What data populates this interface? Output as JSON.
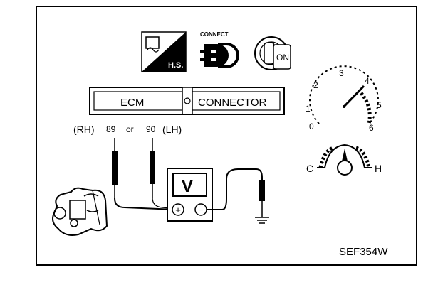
{
  "icons": {
    "hot_soak": {
      "name": "hot-soak-icon",
      "label": "H.S."
    },
    "connect": {
      "name": "connect-icon",
      "label": "CONNECT"
    },
    "ignition_key": {
      "name": "ignition-key-on-icon",
      "label": "ON"
    }
  },
  "connector": {
    "left_label": "ECM",
    "right_label": "CONNECTOR"
  },
  "terminals": {
    "rh": "(RH)",
    "rh_pin": "89",
    "or": "or",
    "lh_pin": "90",
    "lh": "(LH)"
  },
  "voltmeter": {
    "label": "V",
    "plus": "+",
    "minus": "−"
  },
  "tachometer": {
    "ticks": [
      "0",
      "1",
      "2",
      "3",
      "4",
      "5",
      "6"
    ]
  },
  "temperature_gauge": {
    "cold": "C",
    "hot": "H"
  },
  "figure_id": "SEF354W"
}
